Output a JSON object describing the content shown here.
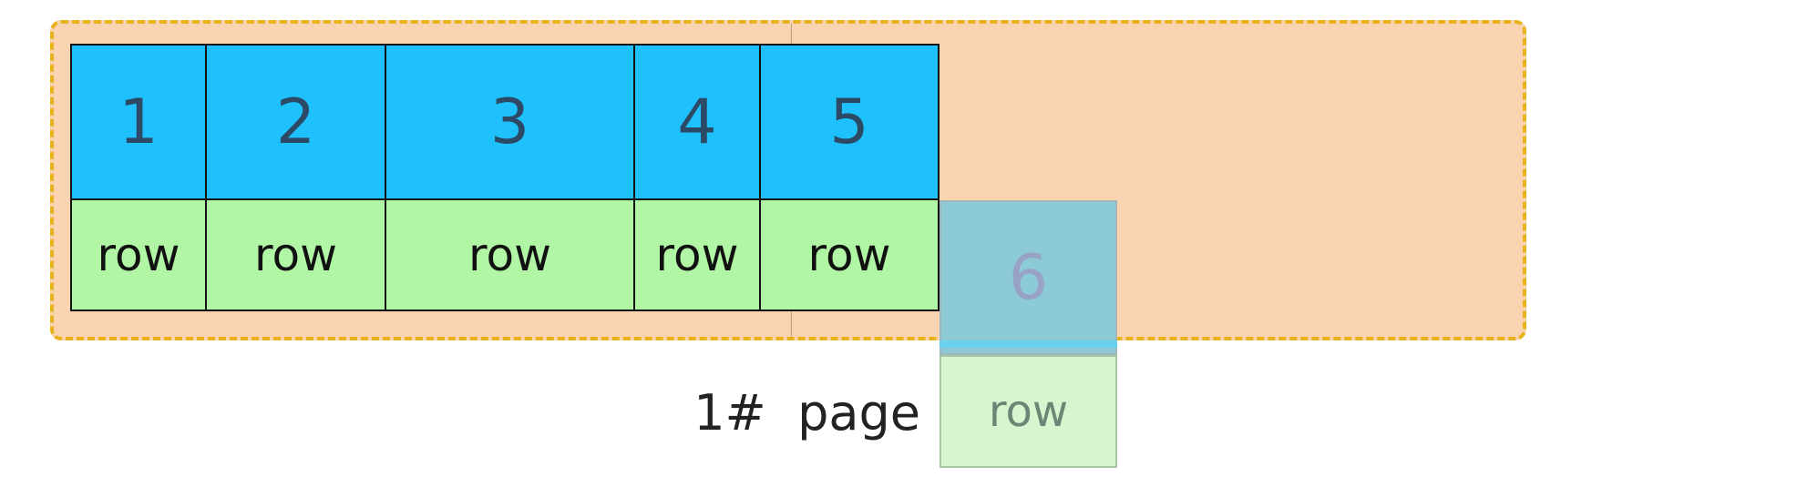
{
  "header_cells": [
    "1",
    "2",
    "3",
    "4",
    "5"
  ],
  "row_cells": [
    "row",
    "row",
    "row",
    "row",
    "row"
  ],
  "incoming": {
    "header": "6",
    "row": "row"
  },
  "page_label": "1#  page",
  "colors": {
    "page_fill": "#fad4b0",
    "page_border": "#e8b21a",
    "header_fill": "#1fc1fd",
    "row_fill": "#b0f6a4"
  }
}
